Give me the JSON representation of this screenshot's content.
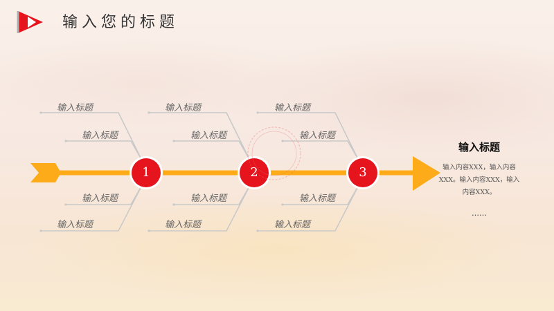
{
  "page_title": "输入您的标题",
  "colors": {
    "accent_red": "#e5141d",
    "arrow_orange": "#fdab18",
    "branch_gray": "#c8c8c8"
  },
  "nodes": [
    {
      "number": "1"
    },
    {
      "number": "2"
    },
    {
      "number": "3"
    }
  ],
  "branches": [
    {
      "label": "输入标题"
    },
    {
      "label": "输入标题"
    },
    {
      "label": "输入标题"
    },
    {
      "label": "输入标题"
    },
    {
      "label": "输入标题"
    },
    {
      "label": "输入标题"
    },
    {
      "label": "输入标题"
    },
    {
      "label": "输入标题"
    },
    {
      "label": "输入标题"
    },
    {
      "label": "输入标题"
    },
    {
      "label": "输入标题"
    },
    {
      "label": "输入标题"
    }
  ],
  "side_panel": {
    "title": "输入标题",
    "body": "输入内容XXX，输入内容XXX。输入内容XXX，输入内容XXX。",
    "ellipsis": "……"
  }
}
